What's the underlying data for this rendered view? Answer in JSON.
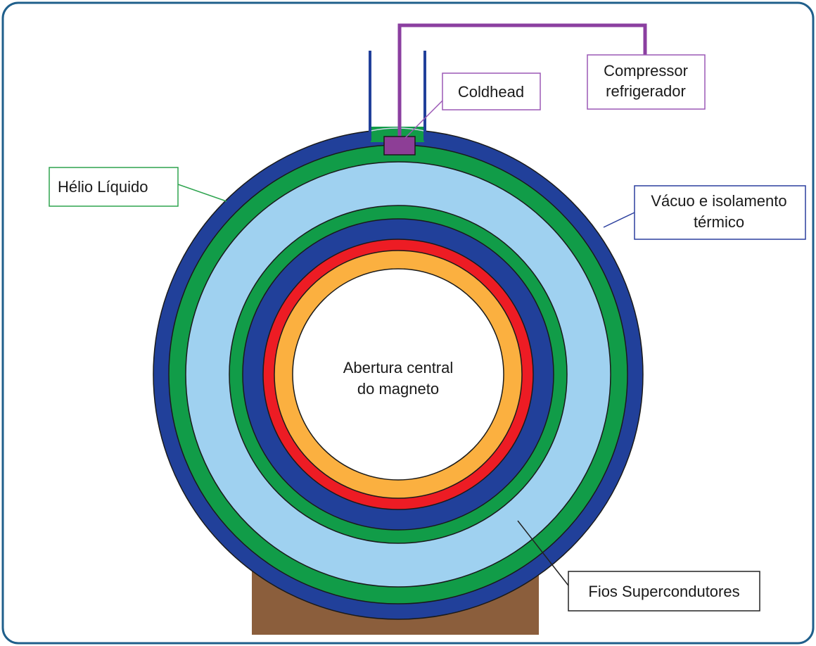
{
  "diagram": {
    "labels": {
      "coldhead": "Coldhead",
      "compressor_line1": "Compressor",
      "compressor_line2": "refrigerador",
      "helio": "Hélio Líquido",
      "vacuo_line1": "Vácuo e isolamento",
      "vacuo_line2": "térmico",
      "abertura_line1": "Abertura central",
      "abertura_line2": "do magneto",
      "fios": "Fios Supercondutores"
    },
    "colors": {
      "frame_border": "#1f5f8b",
      "dark_blue": "#21409a",
      "green": "#119c48",
      "light_blue": "#9fd1f0",
      "red": "#ed1c24",
      "orange": "#fbb040",
      "purple": "#8b3fa0",
      "coldhead_fill": "#8d3e96",
      "stand_brown": "#8b5e3c",
      "helio_box_border": "#2ea44f",
      "vacuo_box_border": "#2b3f9e",
      "coldhead_box_border": "#9b59b6",
      "fios_box_border": "#222222"
    }
  }
}
